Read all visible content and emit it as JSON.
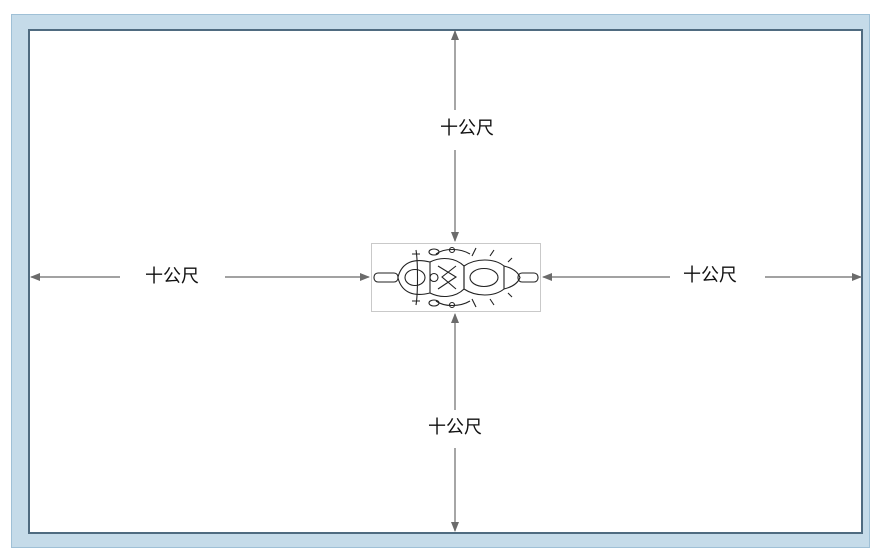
{
  "diagram": {
    "distance_label": "十公尺",
    "labels": {
      "top": "十公尺",
      "bottom": "十公尺",
      "left": "十公尺",
      "right": "十公尺"
    },
    "colors": {
      "frame_light": "#c5dbe9",
      "frame_dark": "#4f6b80",
      "arrow": "#6b6b6b",
      "text": "#111111"
    },
    "icons": {
      "vehicle": "motorcycle-top-view-icon"
    }
  }
}
